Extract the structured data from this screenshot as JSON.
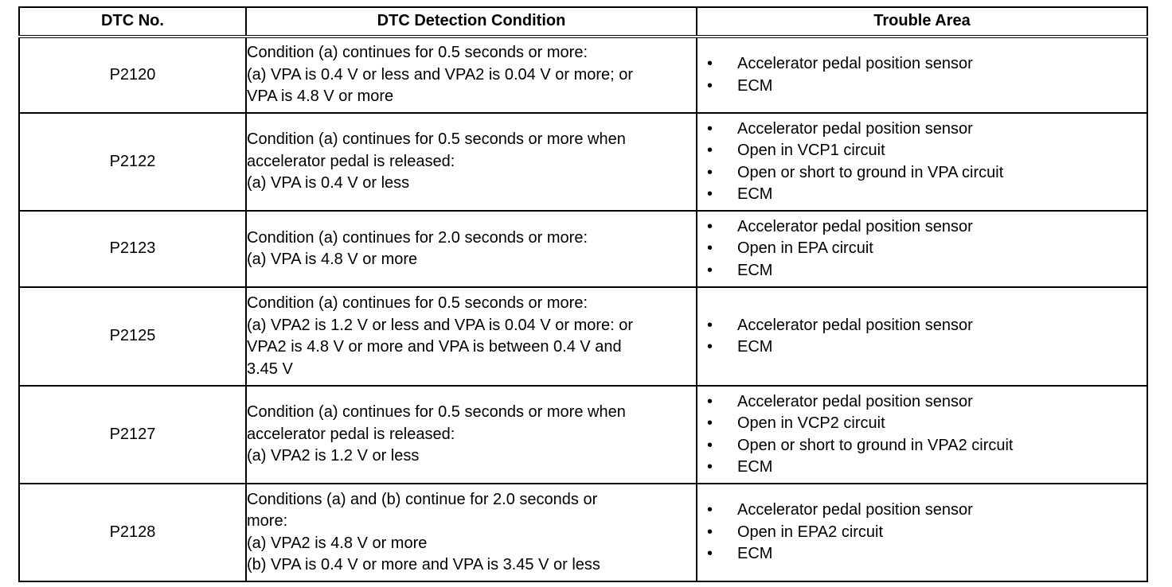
{
  "table": {
    "headers": {
      "dtc_no": "DTC No.",
      "condition": "DTC Detection Condition",
      "trouble_area": "Trouble Area"
    },
    "bullet": "•",
    "rows": [
      {
        "code": "P2120",
        "condition": [
          "Condition (a) continues for 0.5 seconds or more:",
          "(a) VPA is 0.4 V or less and VPA2 is 0.04 V or more; or",
          "VPA is 4.8 V or more"
        ],
        "areas": [
          "Accelerator pedal position sensor",
          "ECM"
        ]
      },
      {
        "code": "P2122",
        "condition": [
          "Condition (a) continues for 0.5 seconds or more when",
          "accelerator pedal is released:",
          "(a) VPA is 0.4 V or less"
        ],
        "areas": [
          "Accelerator pedal position sensor",
          "Open in VCP1 circuit",
          "Open or short to ground in VPA circuit",
          "ECM"
        ]
      },
      {
        "code": "P2123",
        "condition": [
          "Condition (a) continues for 2.0 seconds or more:",
          "(a) VPA is 4.8 V or more"
        ],
        "areas": [
          "Accelerator pedal position sensor",
          "Open in EPA circuit",
          "ECM"
        ]
      },
      {
        "code": "P2125",
        "condition": [
          "Condition (a) continues for 0.5 seconds or more:",
          "(a) VPA2 is 1.2 V or less and VPA is 0.04 V or more: or",
          "VPA2 is 4.8 V or more and VPA is between 0.4 V and",
          "3.45 V"
        ],
        "areas": [
          "Accelerator pedal position sensor",
          "ECM"
        ]
      },
      {
        "code": "P2127",
        "condition": [
          "Condition (a) continues for 0.5 seconds or more when",
          "accelerator pedal is released:",
          "(a) VPA2 is 1.2 V or less"
        ],
        "areas": [
          "Accelerator pedal position sensor",
          "Open in VCP2 circuit",
          "Open or short to ground in VPA2 circuit",
          "ECM"
        ]
      },
      {
        "code": "P2128",
        "condition": [
          "Conditions (a) and (b) continue for 2.0 seconds or",
          "more:",
          "(a) VPA2 is 4.8 V or more",
          "(b) VPA is 0.4 V or more and VPA is 3.45 V or less"
        ],
        "areas": [
          "Accelerator pedal position sensor",
          "Open in EPA2 circuit",
          "ECM"
        ]
      }
    ]
  }
}
